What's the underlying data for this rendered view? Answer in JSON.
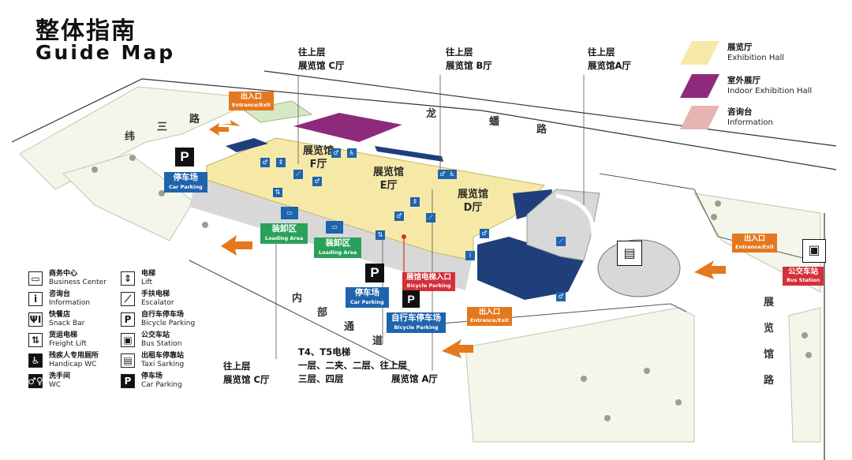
{
  "title": {
    "cn": "整体指南",
    "en": "Guide Map"
  },
  "legend": [
    {
      "cn": "展览厅",
      "en": "Exhibition Hall",
      "color": "#f6e9a8",
      "icon": "exhibition-hall-swatch"
    },
    {
      "cn": "室外展厅",
      "en": "Indoor Exhibition Hall",
      "color": "#8e2a7c",
      "icon": "indoor-hall-swatch"
    },
    {
      "cn": "咨询台",
      "en": "Information",
      "color": "#e7b3b3",
      "icon": "information-swatch"
    }
  ],
  "key": [
    {
      "glyph": "💻",
      "icon": "business-center-icon",
      "cn": "商务中心",
      "en": "Business Center"
    },
    {
      "glyph": "i",
      "icon": "information-icon",
      "cn": "咨询台",
      "en": "Information"
    },
    {
      "glyph": "🍴",
      "icon": "snack-bar-icon",
      "cn": "快餐店",
      "en": "Snack Bar"
    },
    {
      "glyph": "⇅",
      "icon": "freight-lift-icon",
      "cn": "货运电梯",
      "en": "Freight Lift"
    },
    {
      "glyph": "♿",
      "icon": "handicap-wc-icon",
      "cn": "残疾人专用厕所",
      "en": "Handicap WC"
    },
    {
      "glyph": "🚻",
      "icon": "wc-icon",
      "cn": "洗手间",
      "en": "WC"
    },
    {
      "glyph": "⇕",
      "icon": "lift-icon",
      "cn": "电梯",
      "en": "Lift"
    },
    {
      "glyph": "⟋",
      "icon": "escalator-icon",
      "cn": "手扶电梯",
      "en": "Escalator"
    },
    {
      "glyph": "🚲",
      "icon": "bicycle-parking-icon",
      "cn": "自行车停车场",
      "en": "Bicycle Parking"
    },
    {
      "glyph": "🚌",
      "icon": "bus-station-icon",
      "cn": "公交车站",
      "en": "Bus Station"
    },
    {
      "glyph": "🚕",
      "icon": "taxi-parking-icon",
      "cn": "出租车停靠站",
      "en": "Taxi Sarking"
    },
    {
      "glyph": "P",
      "icon": "car-parking-icon",
      "cn": "停车场",
      "en": "Car Parking"
    }
  ],
  "top_notes": {
    "c": {
      "line1": "往上层",
      "line2": "展览馆 C厅"
    },
    "b": {
      "line1": "往上层",
      "line2": "展览馆 B厅"
    },
    "a": {
      "line1": "往上层",
      "line2": "展览馆A厅"
    }
  },
  "bottom_notes": {
    "c": {
      "line1": "往上层",
      "line2": "展览馆 C厅"
    },
    "lift": {
      "line1": "T4、T5电梯",
      "line2": "一层、二夹、二层、往上层",
      "line3": "三层、四层"
    },
    "a": {
      "line1": "展览馆 A厅"
    }
  },
  "halls": {
    "f": {
      "line1": "展览馆",
      "line2": "F厅"
    },
    "e": {
      "line1": "展览馆",
      "line2": "E厅"
    },
    "d": {
      "line1": "展览馆",
      "line2": "D厅"
    }
  },
  "roads": {
    "weisan": [
      "纬",
      "三",
      "路"
    ],
    "longfan": [
      "龙",
      "蟠",
      "路"
    ],
    "internal": [
      "内",
      "部",
      "通",
      "道"
    ],
    "zhanlanguan": [
      "展",
      "览",
      "馆",
      "路"
    ]
  },
  "entrance_tag": {
    "cn": "出入口",
    "en": "Entrance/Exit"
  },
  "car_parking_tag": {
    "cn": "停车场",
    "en": "Car Parking"
  },
  "loading_tag": {
    "cn": "装卸区",
    "en": "Loading Area"
  },
  "hall_lift_tag": {
    "cn": "展馆电梯入口",
    "en": "Bicycle Parking"
  },
  "bicycle_tag": {
    "cn": "自行车停车场",
    "en": "Bicycle Parking"
  },
  "bus_tag": {
    "cn": "公交车站",
    "en": "Bus Station"
  },
  "p_letter": "P"
}
